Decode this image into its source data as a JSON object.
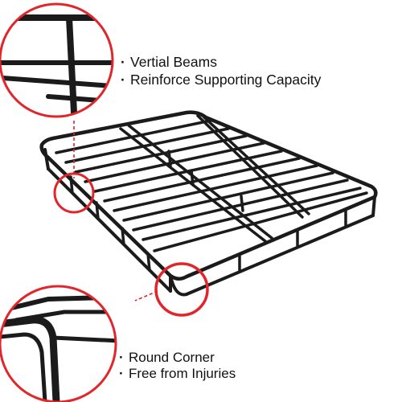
{
  "features": {
    "top": {
      "lines": [
        "Vertial Beams",
        "Reinforce Supporting Capacity"
      ]
    },
    "bottom": {
      "lines": [
        "Round Corner",
        "Free from Injuries"
      ]
    }
  },
  "colors": {
    "frame": "#1b1b1b",
    "callout_ring": "#e0262b",
    "text": "#111111",
    "background": "#ffffff"
  },
  "icons": [
    "bullet-icon"
  ]
}
